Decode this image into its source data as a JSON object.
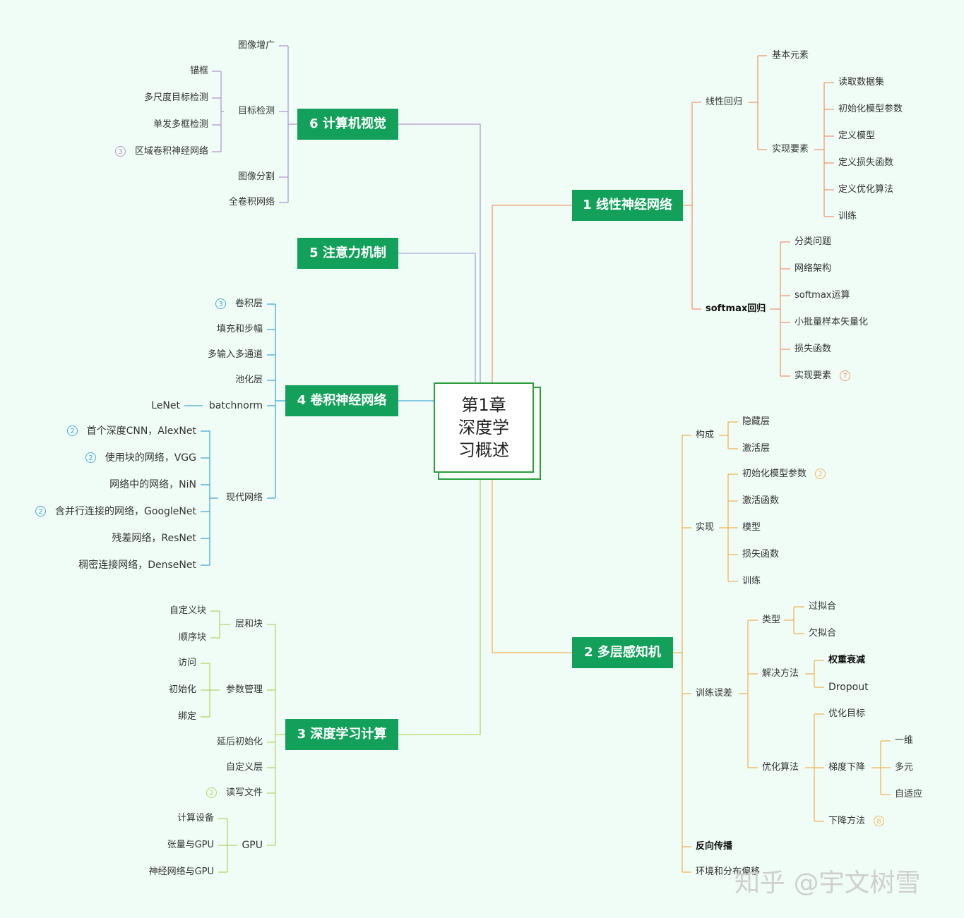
{
  "central": {
    "lines": [
      "第1章",
      "深度学",
      "习概述"
    ]
  },
  "colors": {
    "topic_bg": "#12a05a",
    "cv": "#b499d0",
    "attention": "#9fa8da",
    "cnn": "#4aa8d8",
    "compute": "#b9d46a",
    "linear": "#ef9a74",
    "mlp": "#f0b65c"
  },
  "topics": [
    {
      "id": "t6",
      "label": "6 计算机视觉"
    },
    {
      "id": "t5",
      "label": "5 注意力机制"
    },
    {
      "id": "t4",
      "label": "4 卷积神经网络"
    },
    {
      "id": "t3",
      "label": "3 深度学习计算"
    },
    {
      "id": "t1",
      "label": "1 线性神经网络"
    },
    {
      "id": "t2",
      "label": "2 多层感知机"
    }
  ],
  "labels": [
    {
      "id": "cv_aug",
      "text": "图像增广"
    },
    {
      "id": "cv_det",
      "text": "目标检测"
    },
    {
      "id": "cv_anchor",
      "text": "锚框"
    },
    {
      "id": "cv_ms",
      "text": "多尺度目标检测"
    },
    {
      "id": "cv_ssd",
      "text": "单发多框检测"
    },
    {
      "id": "cv_rcnn",
      "text": "区域卷积神经网络",
      "badge": "3"
    },
    {
      "id": "cv_seg",
      "text": "图像分割"
    },
    {
      "id": "cv_fcn",
      "text": "全卷积网络"
    },
    {
      "id": "cnn_conv",
      "text": "卷积层",
      "badge": "3"
    },
    {
      "id": "cnn_pad",
      "text": "填充和步幅"
    },
    {
      "id": "cnn_multi",
      "text": "多输入多通道"
    },
    {
      "id": "cnn_pool",
      "text": "池化层"
    },
    {
      "id": "cnn_bn",
      "text": "batchnorm"
    },
    {
      "id": "cnn_lenet",
      "text": "LeNet"
    },
    {
      "id": "cnn_modern",
      "text": "现代网络"
    },
    {
      "id": "cnn_alex",
      "text": "首个深度CNN，AlexNet",
      "badge": "2"
    },
    {
      "id": "cnn_vgg",
      "text": "使用块的网络，VGG",
      "badge": "2"
    },
    {
      "id": "cnn_nin",
      "text": "网络中的网络，NiN"
    },
    {
      "id": "cnn_goog",
      "text": "含并行连接的网络，GoogleNet",
      "badge": "2"
    },
    {
      "id": "cnn_res",
      "text": "残差网络，ResNet"
    },
    {
      "id": "cnn_dense",
      "text": "稠密连接网络，DenseNet"
    },
    {
      "id": "dc_layer",
      "text": "层和块"
    },
    {
      "id": "dc_custom_block",
      "text": "自定义块"
    },
    {
      "id": "dc_seq",
      "text": "顺序块"
    },
    {
      "id": "dc_param",
      "text": "参数管理"
    },
    {
      "id": "dc_access",
      "text": "访问"
    },
    {
      "id": "dc_init",
      "text": "初始化"
    },
    {
      "id": "dc_bind",
      "text": "绑定"
    },
    {
      "id": "dc_defer",
      "text": "延后初始化"
    },
    {
      "id": "dc_custom_layer",
      "text": "自定义层"
    },
    {
      "id": "dc_rw",
      "text": "读写文件",
      "badge": "2"
    },
    {
      "id": "dc_gpu",
      "text": "GPU"
    },
    {
      "id": "dc_dev",
      "text": "计算设备"
    },
    {
      "id": "dc_tensor",
      "text": "张量与GPU"
    },
    {
      "id": "dc_nn",
      "text": "神经网络与GPU"
    },
    {
      "id": "ln_lr",
      "text": "线性回归"
    },
    {
      "id": "ln_basic",
      "text": "基本元素"
    },
    {
      "id": "ln_impl",
      "text": "实现要素"
    },
    {
      "id": "ln_read",
      "text": "读取数据集"
    },
    {
      "id": "ln_initp",
      "text": "初始化模型参数"
    },
    {
      "id": "ln_defm",
      "text": "定义模型"
    },
    {
      "id": "ln_defl",
      "text": "定义损失函数"
    },
    {
      "id": "ln_defo",
      "text": "定义优化算法"
    },
    {
      "id": "ln_train",
      "text": "训练"
    },
    {
      "id": "ln_soft",
      "text": "softmax回归"
    },
    {
      "id": "ln_cls",
      "text": "分类问题"
    },
    {
      "id": "ln_arch",
      "text": "网络架构"
    },
    {
      "id": "ln_smop",
      "text": "softmax运算"
    },
    {
      "id": "ln_vec",
      "text": "小批量样本矢量化"
    },
    {
      "id": "ln_loss",
      "text": "损失函数"
    },
    {
      "id": "ln_impl2",
      "text": "实现要素",
      "badge": "7"
    },
    {
      "id": "mlp_comp",
      "text": "构成"
    },
    {
      "id": "mlp_hidden",
      "text": "隐藏层"
    },
    {
      "id": "mlp_act",
      "text": "激活层"
    },
    {
      "id": "mlp_impl",
      "text": "实现"
    },
    {
      "id": "mlp_initp",
      "text": "初始化模型参数",
      "badge": "2"
    },
    {
      "id": "mlp_actf",
      "text": "激活函数"
    },
    {
      "id": "mlp_model",
      "text": "模型"
    },
    {
      "id": "mlp_loss",
      "text": "损失函数"
    },
    {
      "id": "mlp_train",
      "text": "训练"
    },
    {
      "id": "mlp_err",
      "text": "训练误差"
    },
    {
      "id": "mlp_type",
      "text": "类型"
    },
    {
      "id": "mlp_over",
      "text": "过拟合"
    },
    {
      "id": "mlp_under",
      "text": "欠拟合"
    },
    {
      "id": "mlp_sol",
      "text": "解决方法"
    },
    {
      "id": "mlp_wd",
      "text": "权重衰减"
    },
    {
      "id": "mlp_drop",
      "text": "Dropout"
    },
    {
      "id": "mlp_opt",
      "text": "优化算法"
    },
    {
      "id": "mlp_goal",
      "text": "优化目标"
    },
    {
      "id": "mlp_gd",
      "text": "梯度下降"
    },
    {
      "id": "mlp_1d",
      "text": "一维"
    },
    {
      "id": "mlp_multi",
      "text": "多元"
    },
    {
      "id": "mlp_adapt",
      "text": "自适应"
    },
    {
      "id": "mlp_desc",
      "text": "下降方法",
      "badge": "8"
    },
    {
      "id": "mlp_bp",
      "text": "反向传播"
    },
    {
      "id": "mlp_env",
      "text": "环境和分布偏移"
    }
  ],
  "watermark": "知乎 @宇文树雪"
}
